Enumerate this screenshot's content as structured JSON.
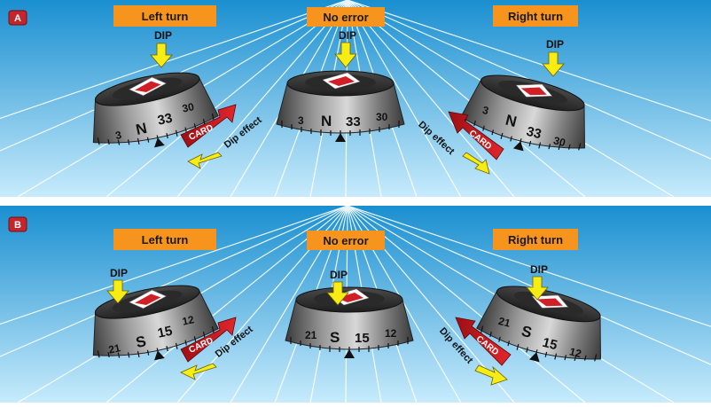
{
  "colors": {
    "sky_top": "#1a8fd0",
    "sky_bottom": "#bfe6fb",
    "label_box": "#f7941d",
    "panel_badge": "#c1272d",
    "dip_arrow": "#f7ec13",
    "card_red": "#c4161c",
    "compass_body": "#5a5a5a",
    "rays": "#ffffff"
  },
  "panels": [
    {
      "badge": "A",
      "hemisphere": "north",
      "titles": {
        "left": "Left turn",
        "center": "No error",
        "right": "Right turn"
      },
      "compasses": [
        {
          "position": "left",
          "dip_label": "DIP",
          "tilt": "left",
          "card_labels": [
            "3",
            "N",
            "33",
            "30"
          ],
          "card_arrow_label": "CARD",
          "effect_label": "Dip effect"
        },
        {
          "position": "center",
          "dip_label": "DIP",
          "tilt": "none",
          "card_labels": [
            "3",
            "N",
            "33",
            "30"
          ]
        },
        {
          "position": "right",
          "dip_label": "DIP",
          "tilt": "right",
          "card_labels": [
            "3",
            "N",
            "33",
            "30"
          ],
          "card_arrow_label": "CARD",
          "effect_label": "Dip effect"
        }
      ]
    },
    {
      "badge": "B",
      "hemisphere": "north",
      "titles": {
        "left": "Left turn",
        "center": "No error",
        "right": "Right turn"
      },
      "compasses": [
        {
          "position": "left",
          "dip_label": "DIP",
          "tilt": "left",
          "card_labels": [
            "21",
            "S",
            "15",
            "12"
          ],
          "card_arrow_label": "CARD",
          "effect_label": "Dip effect"
        },
        {
          "position": "center",
          "dip_label": "DIP",
          "tilt": "none",
          "card_labels": [
            "21",
            "S",
            "15",
            "12"
          ]
        },
        {
          "position": "right",
          "dip_label": "DIP",
          "tilt": "right",
          "card_labels": [
            "21",
            "S",
            "15",
            "12"
          ],
          "card_arrow_label": "CARD",
          "effect_label": "Dip effect"
        }
      ]
    }
  ]
}
